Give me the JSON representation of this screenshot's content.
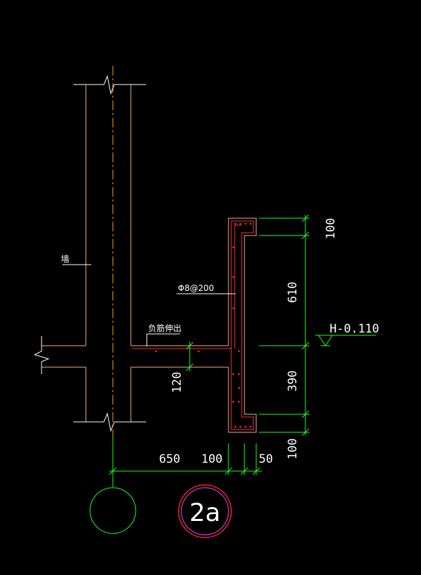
{
  "drawing": {
    "wall_label": "墙",
    "rebar_label": "Φ8@200",
    "neg_rebar_label": "负筋伸出",
    "elevation_label": "H-0.110",
    "section_tag": "2a"
  },
  "dimensions": {
    "right_100_top": "100",
    "right_610": "610",
    "right_390": "390",
    "right_100_bottom": "100",
    "slab_120": "120",
    "bottom_650": "650",
    "bottom_100": "100",
    "bottom_50": "50"
  },
  "colors": {
    "background": "#000000",
    "concrete_outline": "#f4b183",
    "rebar": "#ff3030",
    "dimension": "#20ff20",
    "axis": "#ffa500",
    "text": "#ffffff",
    "section_circle_outer": "#ff2020",
    "section_circle_inner": "#ff40ff"
  }
}
